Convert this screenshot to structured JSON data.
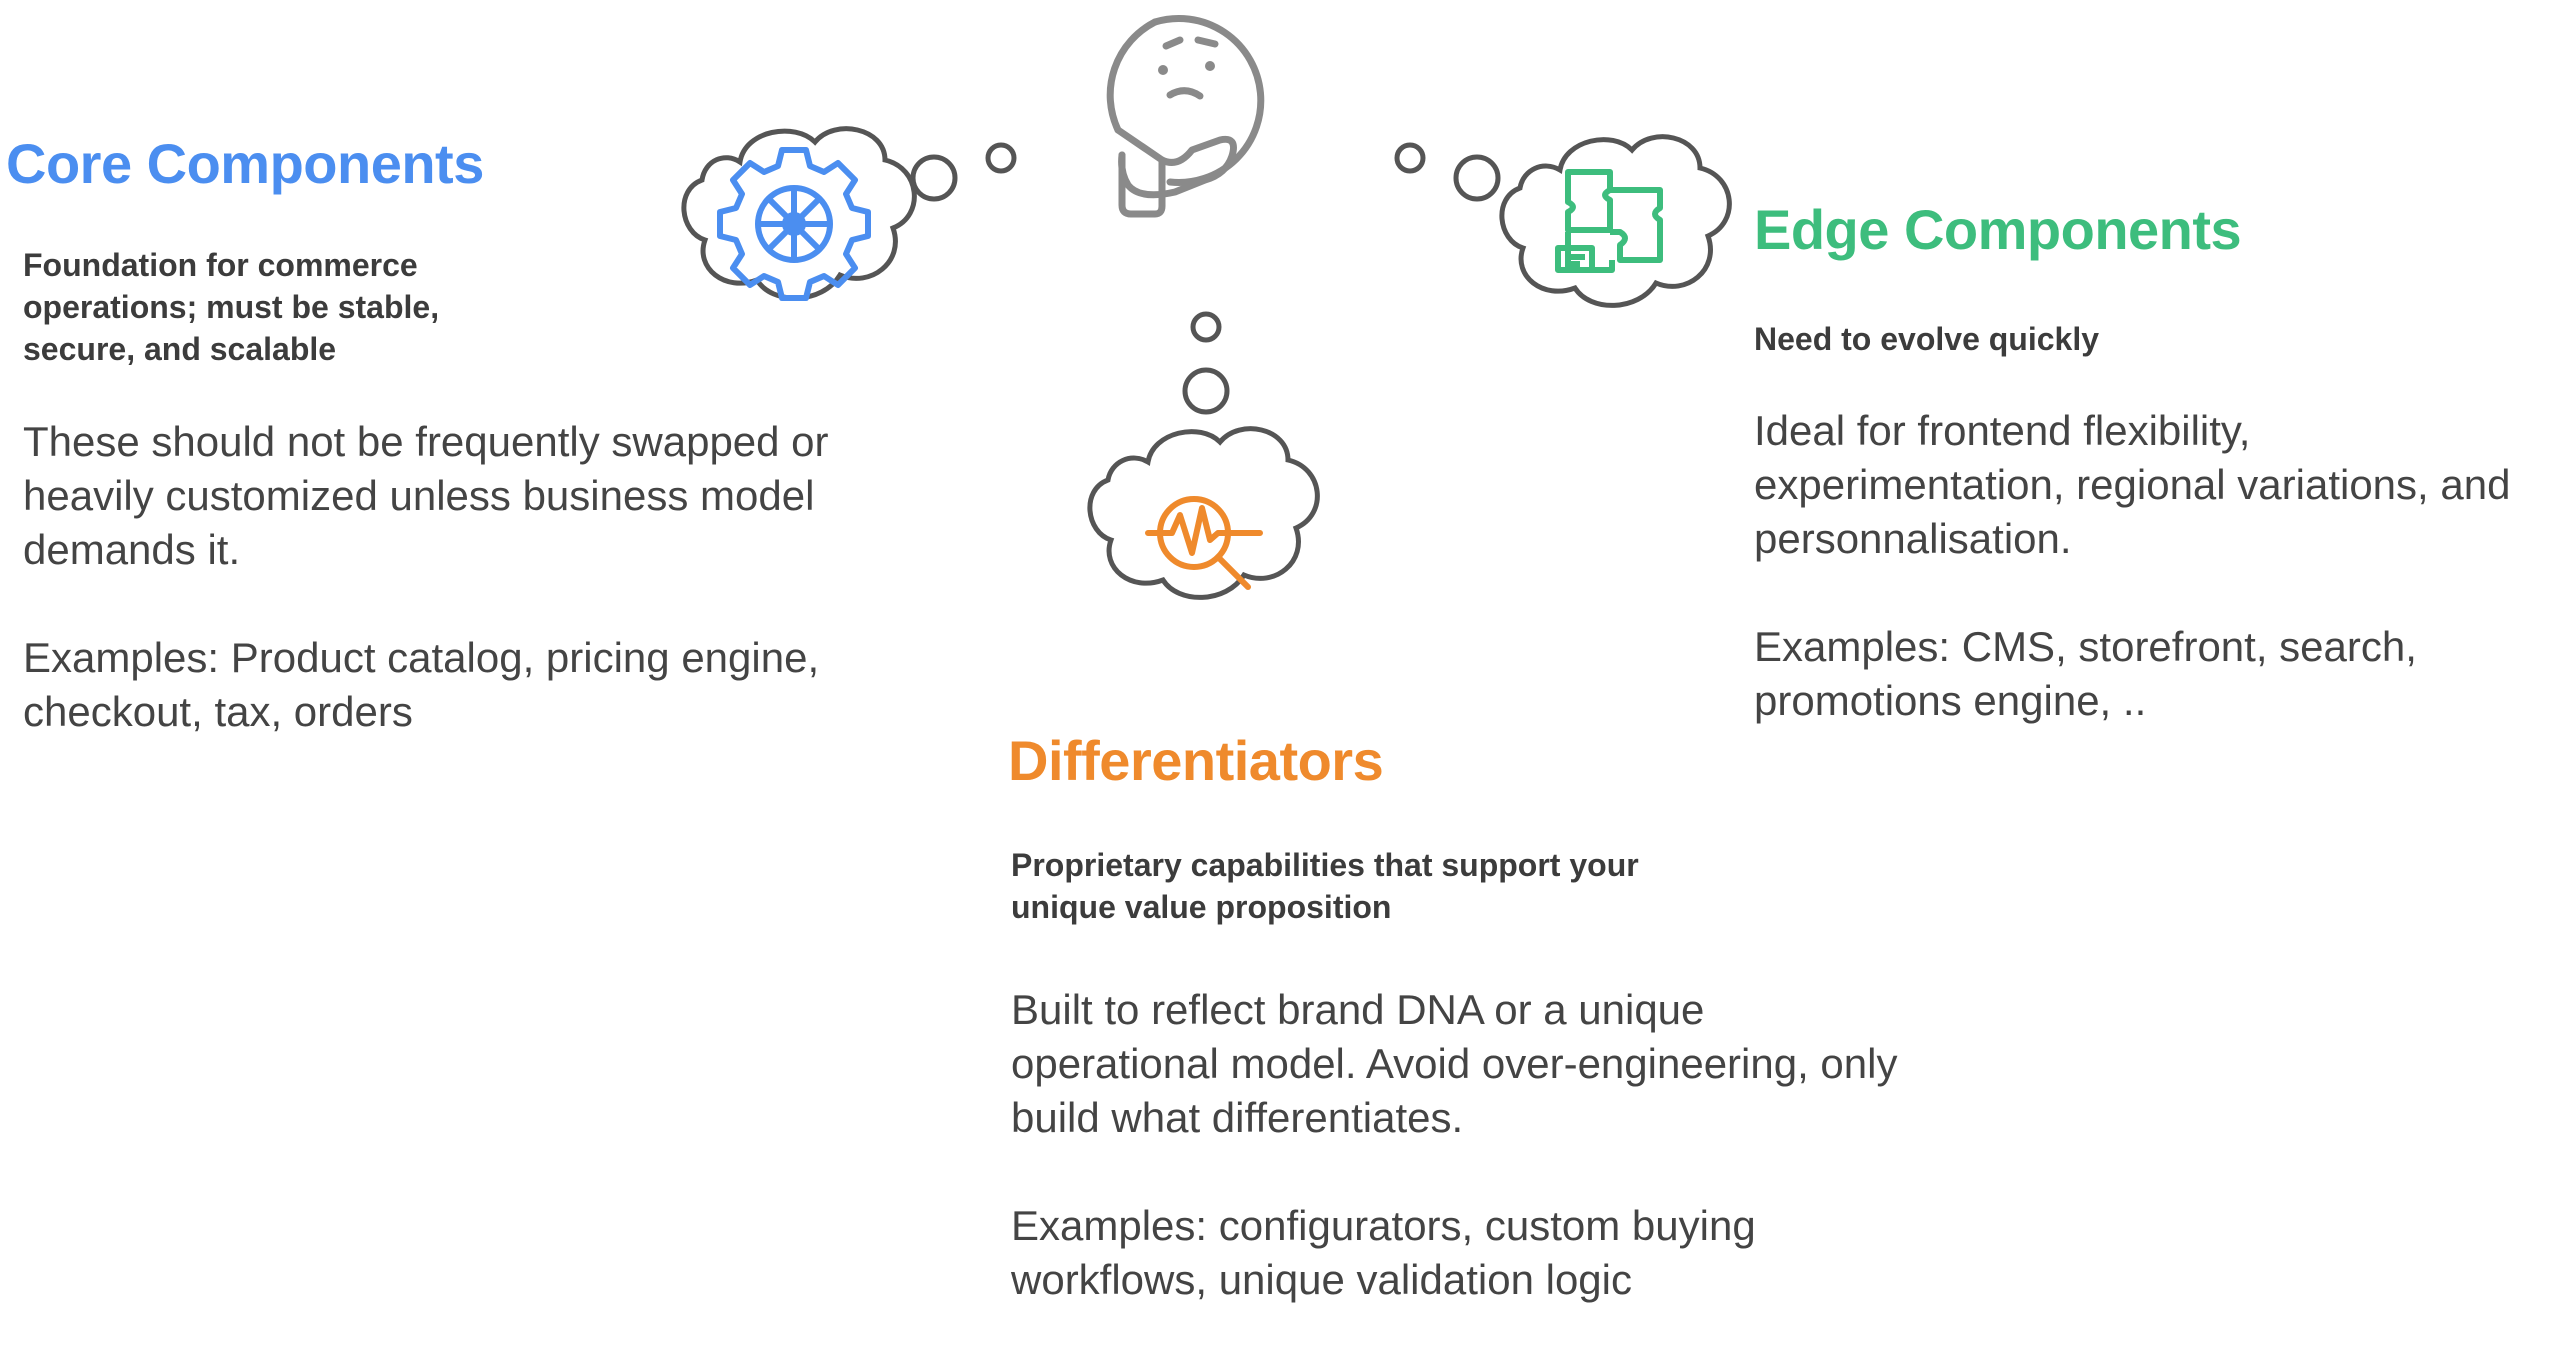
{
  "colors": {
    "core": "#4b8ef0",
    "edge": "#3dbd7d",
    "differentiators": "#ef8a2c",
    "outline": "#555555",
    "thinker": "#8a8a8a"
  },
  "icons": {
    "thinker": "thinking-face-icon",
    "core": "gear-icon",
    "edge": "puzzle-document-icon",
    "differentiators": "pulse-magnifier-icon"
  },
  "core": {
    "title": "Core Components",
    "subtitle": "Foundation for commerce operations; must be stable, secure, and scalable",
    "description": "These should not be frequently swapped or heavily customized unless business model demands it.",
    "examples": "Examples: Product catalog, pricing engine, checkout, tax, orders"
  },
  "edge": {
    "title": "Edge Components",
    "subtitle": "Need to evolve quickly",
    "description": "Ideal for frontend flexibility, experimentation, regional variations, and personnalisation.",
    "examples": "Examples: CMS, storefront, search, promotions engine, .."
  },
  "differentiators": {
    "title": "Differentiators",
    "subtitle": "Proprietary capabilities that support your unique value proposition",
    "description": "Built to reflect brand DNA or a unique operational model. Avoid over-engineering, only build what differentiates.",
    "examples": "Examples: configurators, custom buying workflows, unique validation logic"
  }
}
